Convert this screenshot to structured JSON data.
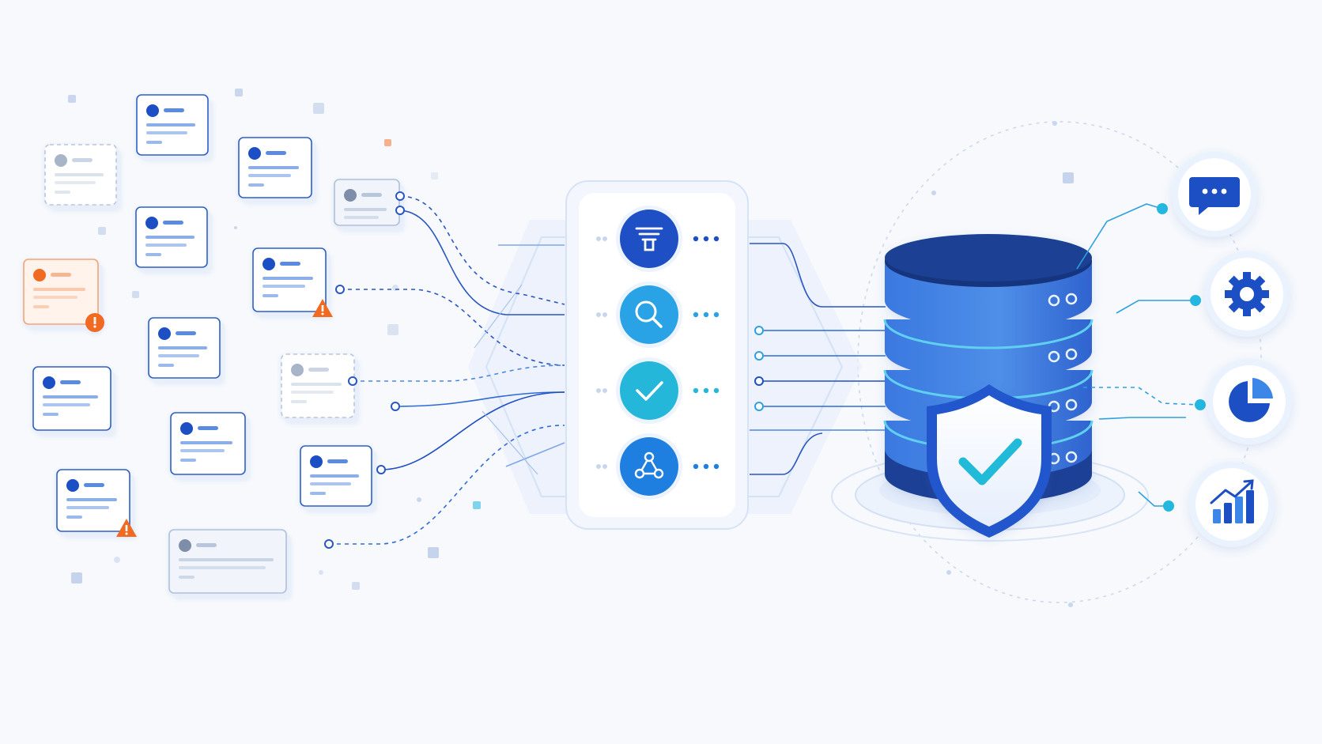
{
  "diagram": {
    "title": "",
    "source_records": [
      {
        "id": "r1",
        "status": "ok"
      },
      {
        "id": "r2",
        "status": "faded"
      },
      {
        "id": "r3",
        "status": "ok"
      },
      {
        "id": "r4",
        "status": "ok"
      },
      {
        "id": "r5",
        "status": "partial"
      },
      {
        "id": "r6",
        "status": "warning"
      },
      {
        "id": "r7",
        "status": "error"
      },
      {
        "id": "r8",
        "status": "ok"
      },
      {
        "id": "r9",
        "status": "faded"
      },
      {
        "id": "r10",
        "status": "ok"
      },
      {
        "id": "r11",
        "status": "ok"
      },
      {
        "id": "r12",
        "status": "warning"
      },
      {
        "id": "r13",
        "status": "ok"
      },
      {
        "id": "r14",
        "status": "partial"
      },
      {
        "id": "r15",
        "status": "pending"
      }
    ],
    "pipeline_steps": [
      {
        "icon": "funnel-icon",
        "color": "#1f4fc4"
      },
      {
        "icon": "search-icon",
        "color": "#2aa2e6"
      },
      {
        "icon": "check-icon",
        "color": "#25b7d9"
      },
      {
        "icon": "network-icon",
        "color": "#1f7fe0"
      }
    ],
    "storage": {
      "icon": "database-icon",
      "badge": "shield-check-icon"
    },
    "outputs": [
      {
        "icon": "chat-icon"
      },
      {
        "icon": "gear-icon"
      },
      {
        "icon": "pie-chart-icon"
      },
      {
        "icon": "bar-chart-icon"
      }
    ],
    "colors": {
      "primary": "#1f4fc4",
      "accent": "#22b8e0",
      "warning": "#f06a24",
      "background": "#f7f9fd"
    }
  }
}
